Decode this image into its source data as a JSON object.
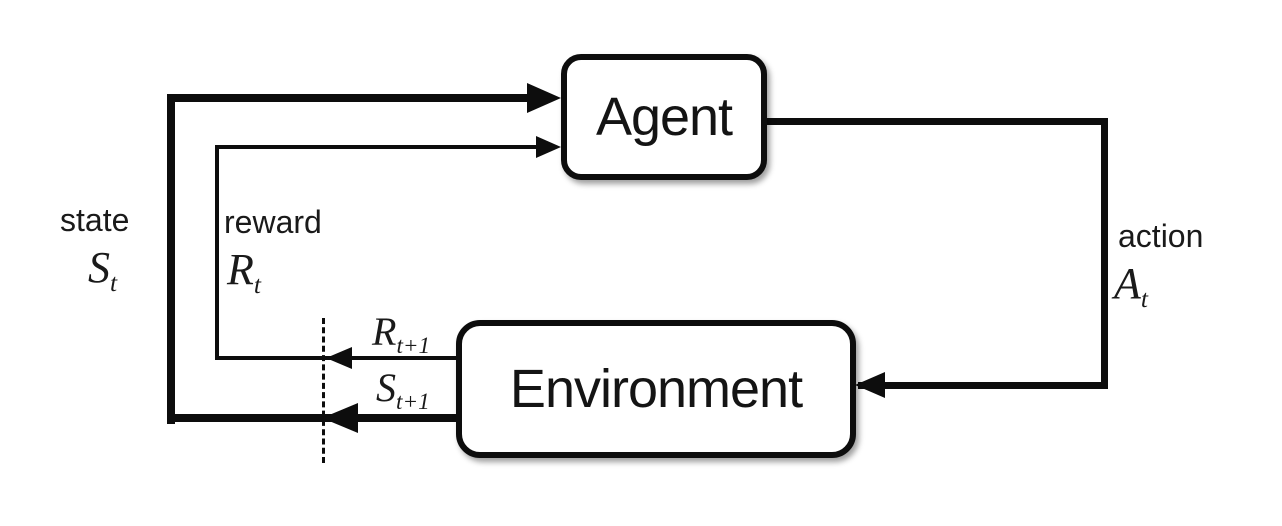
{
  "diagram": {
    "agent": {
      "label": "Agent"
    },
    "environment": {
      "label": "Environment"
    },
    "state": {
      "word": "state",
      "symbol": "S",
      "subscript": "t"
    },
    "reward": {
      "word": "reward",
      "symbol": "R",
      "subscript": "t"
    },
    "action": {
      "word": "action",
      "symbol": "A",
      "subscript": "t"
    },
    "next_reward": {
      "symbol": "R",
      "subscript": "t+1"
    },
    "next_state": {
      "symbol": "S",
      "subscript": "t+1"
    },
    "colors": {
      "line": "#0d0d0d",
      "box_background": "#ffffff",
      "page_background": "#ffffff"
    }
  }
}
